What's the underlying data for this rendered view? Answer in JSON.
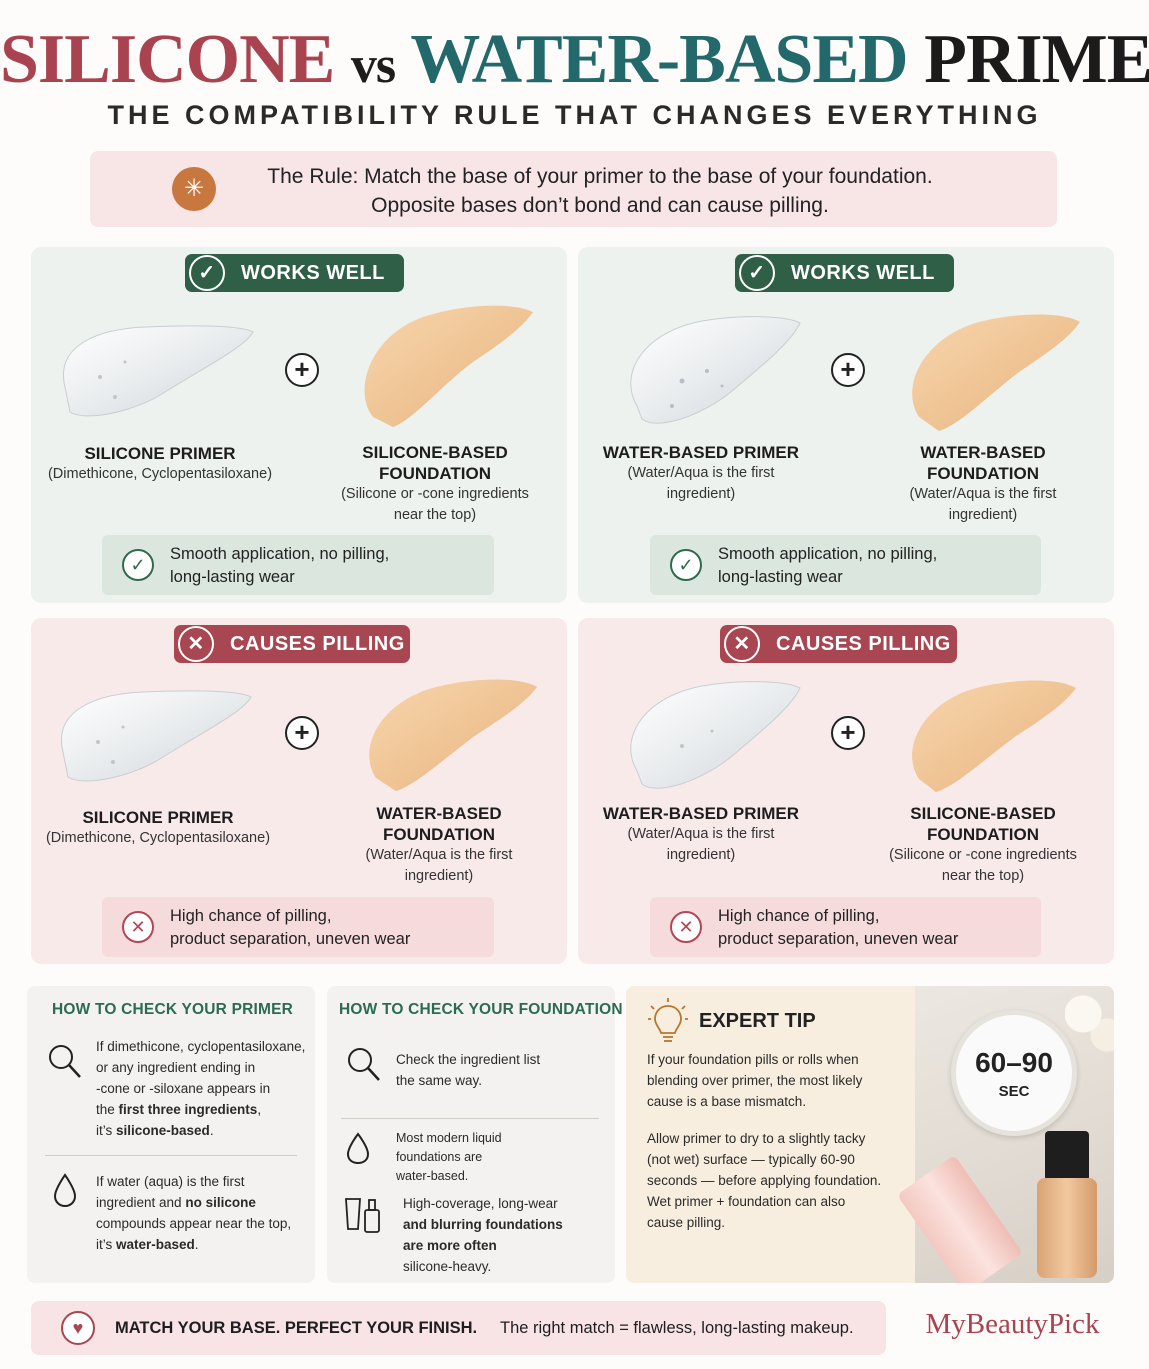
{
  "header": {
    "title_part1": "SILICONE",
    "title_part2": "vs",
    "title_part3": "WATER-BASED",
    "title_part4": "PRIMER",
    "subtitle": "THE COMPATIBILITY RULE THAT CHANGES EVERYTHING"
  },
  "rule": {
    "icon": "sparkle-icon",
    "line1": "The Rule: Match the base of your primer to the base of your foundation.",
    "line2": "Opposite bases don’t bond and can cause pilling."
  },
  "panels": [
    {
      "badge": "WORKS WELL",
      "left_title": "SILICONE PRIMER",
      "left_sub": [
        "(Dimethicone, Cyclopentasiloxane)"
      ],
      "right_title": [
        "SILICONE-BASED",
        "FOUNDATION"
      ],
      "right_sub": [
        "(Silicone or -cone ingredients",
        "near the top)"
      ],
      "result": [
        "Smooth application, no pilling,",
        "long-lasting wear"
      ]
    },
    {
      "badge": "WORKS WELL",
      "left_title": "WATER-BASED PRIMER",
      "left_sub": [
        "(Water/Aqua is the first",
        "ingredient)"
      ],
      "right_title": [
        "WATER-BASED",
        "FOUNDATION"
      ],
      "right_sub": [
        "(Water/Aqua is the first",
        "ingredient)"
      ],
      "result": [
        "Smooth application, no pilling,",
        "long-lasting wear"
      ]
    },
    {
      "badge": "CAUSES PILLING",
      "left_title": "SILICONE PRIMER",
      "left_sub": [
        "(Dimethicone, Cyclopentasiloxane)"
      ],
      "right_title": [
        "WATER-BASED",
        "FOUNDATION"
      ],
      "right_sub": [
        "(Water/Aqua is the first",
        "ingredient)"
      ],
      "result": [
        "High chance of pilling,",
        "product separation, uneven wear"
      ]
    },
    {
      "badge": "CAUSES PILLING",
      "left_title": "WATER-BASED PRIMER",
      "left_sub": [
        "(Water/Aqua is the first",
        "ingredient)"
      ],
      "right_title": [
        "SILICONE-BASED",
        "FOUNDATION"
      ],
      "right_sub": [
        "(Silicone or -cone ingredients",
        "near the top)"
      ],
      "result": [
        "High chance of pilling,",
        "product separation, uneven wear"
      ]
    }
  ],
  "primer_card": {
    "title": "HOW TO CHECK YOUR PRIMER",
    "item1": [
      "If dimethicone, cyclopentasiloxane,",
      "or any ingredient ending in",
      "-cone or -siloxane appears in"
    ],
    "item1_line4_pre": "the ",
    "item1_line4_bold": "first three ingredients",
    "item1_line4_post": ",",
    "item1_line5_pre": "it’s ",
    "item1_line5_bold": "silicone-based",
    "item1_line5_post": ".",
    "item2_line1": "If water (aqua) is the first",
    "item2_line2_pre": "ingredient and ",
    "item2_line2_bold": "no silicone",
    "item2_line3": "compounds appear near the top,",
    "item2_line4_pre": "it’s ",
    "item2_line4_bold": "water-based",
    "item2_line4_post": "."
  },
  "foundation_card": {
    "title": "HOW TO CHECK YOUR FOUNDATION",
    "item1": [
      "Check the ingredient list",
      "the same way."
    ],
    "item2": [
      "Most modern liquid",
      "foundations are",
      "water-based."
    ],
    "item3_line1": "High-coverage, long-wear",
    "item3_line2_bold": "and blurring foundations",
    "item3_line3_bold": "are more often",
    "item3_line4": "silicone-heavy."
  },
  "expert": {
    "icon": "lightbulb-icon",
    "title": "EXPERT TIP",
    "para1": [
      "If your foundation pills or rolls when",
      "blending over primer, the most likely",
      "cause is a base mismatch."
    ],
    "para2": [
      "Allow primer to dry to a slightly tacky",
      "(not wet) surface — typically 60-90",
      "seconds — before applying foundation.",
      "Wet primer + foundation can also",
      "cause pilling."
    ],
    "clock_value": "60–90",
    "clock_unit": "SEC"
  },
  "footer": {
    "icon": "heart-icon",
    "bold_text": "MATCH YOUR BASE. PERFECT YOUR FINISH.",
    "text": "The right match = flawless, long-lasting makeup.",
    "brand": "MyBeautyPick"
  },
  "colors": {
    "silicone_accent": "#a8434f",
    "water_accent": "#23686a",
    "good_badge": "#2f5f47",
    "bad_badge": "#a84651",
    "good_panel": "#edf2ee",
    "bad_panel": "#f9eaea",
    "foundation_tone": "#f0c796"
  }
}
